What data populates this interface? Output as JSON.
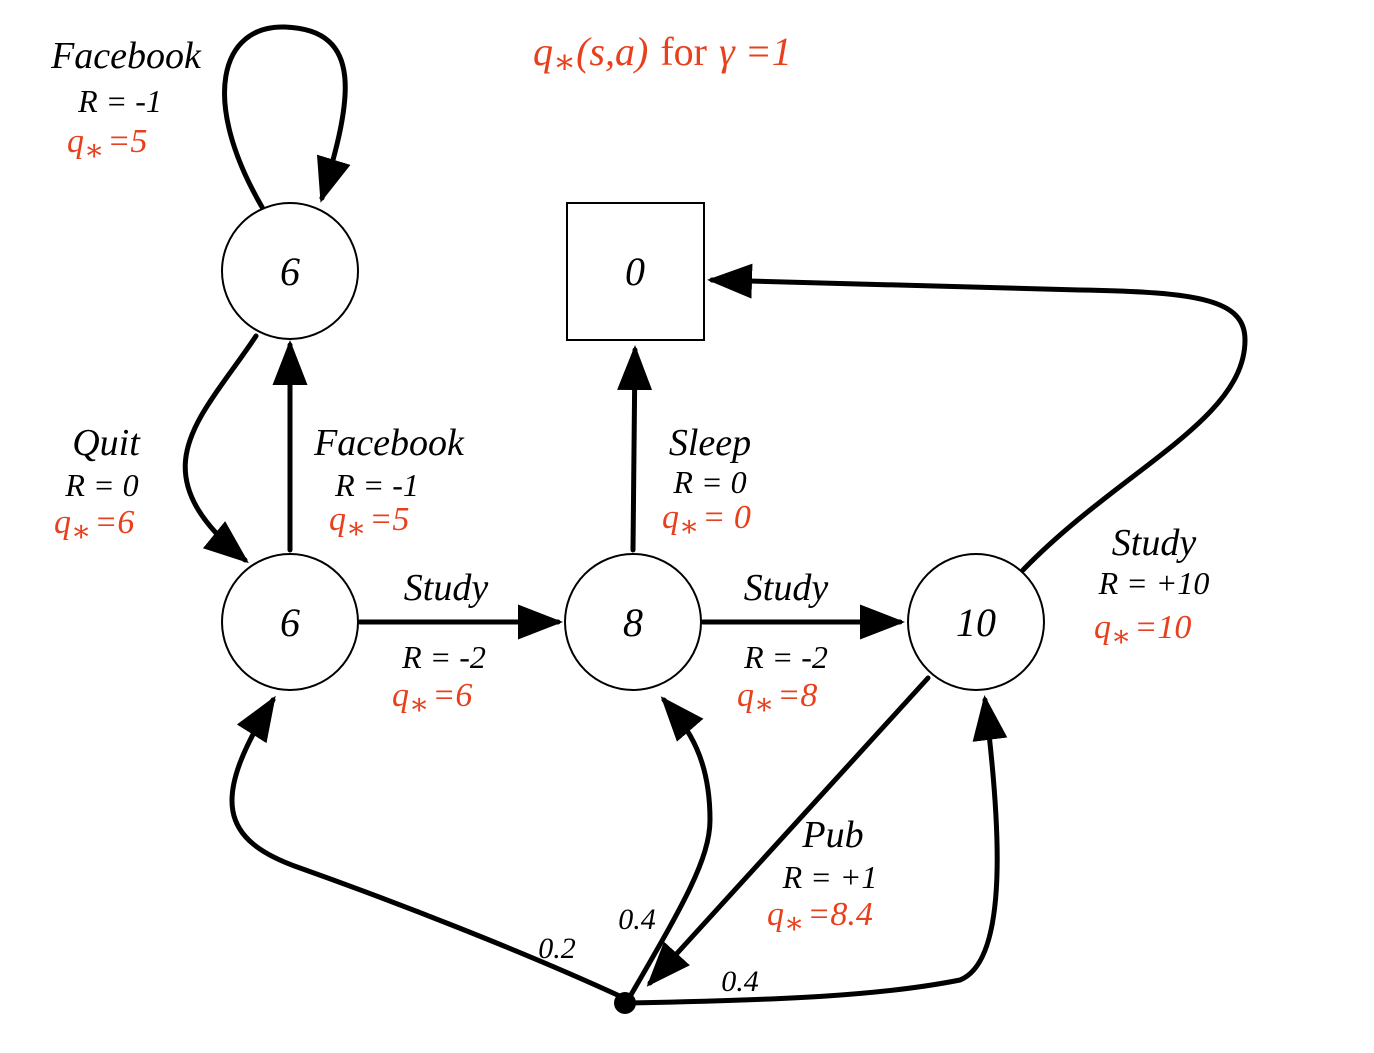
{
  "title": {
    "q": "q",
    "star": "∗",
    "args": "(s,a)",
    "for_text": "for",
    "gamma": "γ =1"
  },
  "colors": {
    "accent": "#e8401c",
    "ink": "#000000"
  },
  "states": {
    "fb_state": {
      "value": "6"
    },
    "c1": {
      "value": "6"
    },
    "c2": {
      "value": "8"
    },
    "c3": {
      "value": "10"
    },
    "sleep_terminal": {
      "value": "0"
    }
  },
  "actions": {
    "facebook_loop": {
      "name": "Facebook",
      "reward": "R = -1",
      "q": "=5"
    },
    "quit": {
      "name": "Quit",
      "reward": "R = 0",
      "q": "=6"
    },
    "facebook": {
      "name": "Facebook",
      "reward": "R = -1",
      "q": "=5"
    },
    "study1": {
      "name": "Study",
      "reward": "R = -2",
      "q": "=6"
    },
    "sleep": {
      "name": "Sleep",
      "reward": "R = 0",
      "q": "= 0"
    },
    "study2": {
      "name": "Study",
      "reward": "R = -2",
      "q": "=8"
    },
    "study3": {
      "name": "Study",
      "reward": "R = +10",
      "q": "=10"
    },
    "pub": {
      "name": "Pub",
      "reward": "R = +1",
      "q": "=8.4"
    }
  },
  "q_symbol": "q",
  "q_star": "∗",
  "probabilities": {
    "to_c1": "0.2",
    "to_c2": "0.4",
    "to_c3": "0.4"
  }
}
